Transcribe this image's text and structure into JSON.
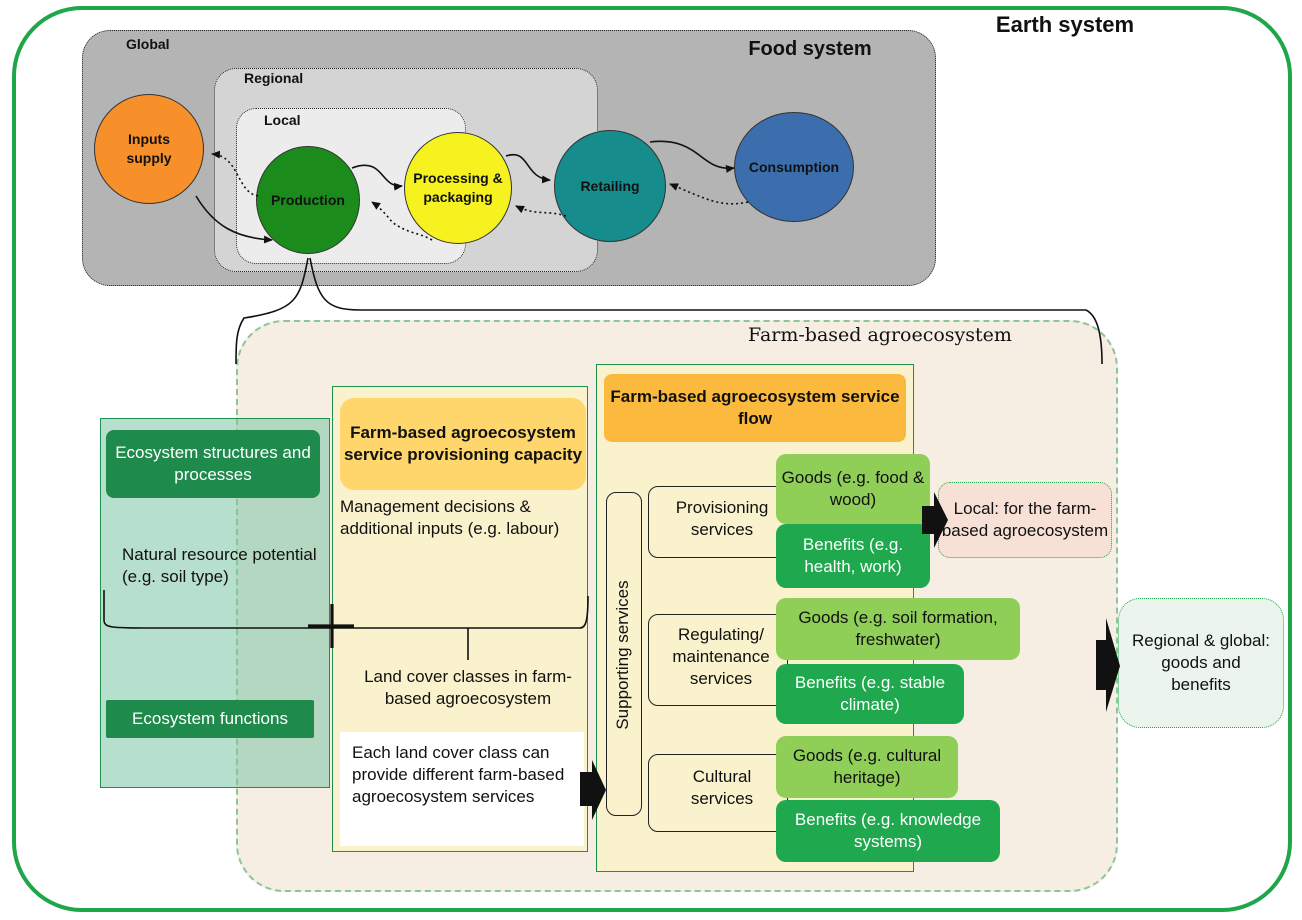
{
  "earth_system": {
    "title": "Earth system"
  },
  "food_system": {
    "title": "Food system",
    "levels": {
      "global": "Global",
      "regional": "Regional",
      "local": "Local"
    },
    "nodes": {
      "inputs": "Inputs supply",
      "production": "Production",
      "processing": "Processing & packaging",
      "retailing": "Retailing",
      "consumption": "Consumption"
    },
    "colors": {
      "inputs": "#f7902a",
      "production": "#1b8c1b",
      "processing": "#f6f21f",
      "retailing": "#168c8c",
      "consumption": "#3c6eae"
    }
  },
  "farm": {
    "title": "Farm-based agroecosystem",
    "ecosystem_structures": "Ecosystem structures and processes",
    "natural_resource": "Natural resource potential (e.g. soil type)",
    "ecosystem_functions": "Ecosystem functions",
    "capacity_title": "Farm-based agroecosystem service provisioning capacity",
    "management": "Management decisions & additional inputs (e.g. labour)",
    "land_cover": "Land cover classes in farm-based agroecosystem",
    "each_class": "Each land cover class can provide different farm-based agroecosystem services",
    "flow_title": "Farm-based agroecosystem service flow",
    "supporting": "Supporting services",
    "provisioning": "Provisioning services",
    "regulating": "Regulating/ maintenance services",
    "cultural": "Cultural services",
    "goods_food": "Goods (e.g. food & wood)",
    "benefits_health": "Benefits (e.g. health, work)",
    "goods_soil": "Goods (e.g. soil formation, freshwater)",
    "benefits_climate": "Benefits (e.g. stable climate)",
    "goods_heritage": "Goods (e.g. cultural heritage)",
    "benefits_knowledge": "Benefits (e.g. knowledge systems)",
    "local_out": "Local: for the farm-based agroecosystem",
    "regional_out": "Regional & global: goods and benefits"
  }
}
